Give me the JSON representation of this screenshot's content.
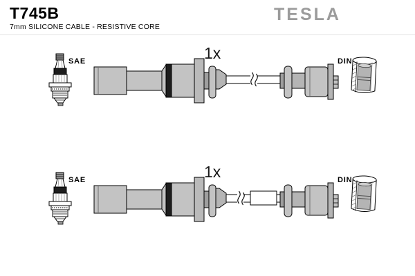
{
  "header": {
    "part_number": "T745B",
    "subtitle": "7mm SILICONE CABLE - RESISTIVE CORE",
    "brand": "TESLA"
  },
  "diagrams": [
    {
      "left_standard_label": "SAE",
      "quantity_label": "1x",
      "right_standard_label": "DIN",
      "wire_sleeve": false
    },
    {
      "left_standard_label": "SAE",
      "quantity_label": "1x",
      "right_standard_label": "DIN",
      "wire_sleeve": true
    }
  ],
  "icons": {
    "spark_plug": "spark-plug-icon",
    "din_terminal": "din-terminal-cutaway-icon",
    "wire_break": "wire-break-icon"
  },
  "colors": {
    "background": "#ffffff",
    "outline": "#000000",
    "boot_fill": "#c3c3c3",
    "boot_fill_dark": "#b5b5b5",
    "flange_fill": "#bababa",
    "step_fill": "#9e9e9e",
    "dark_band": "#1d1d1d",
    "brand_gray": "#9b9b9b",
    "text": "#000000"
  }
}
